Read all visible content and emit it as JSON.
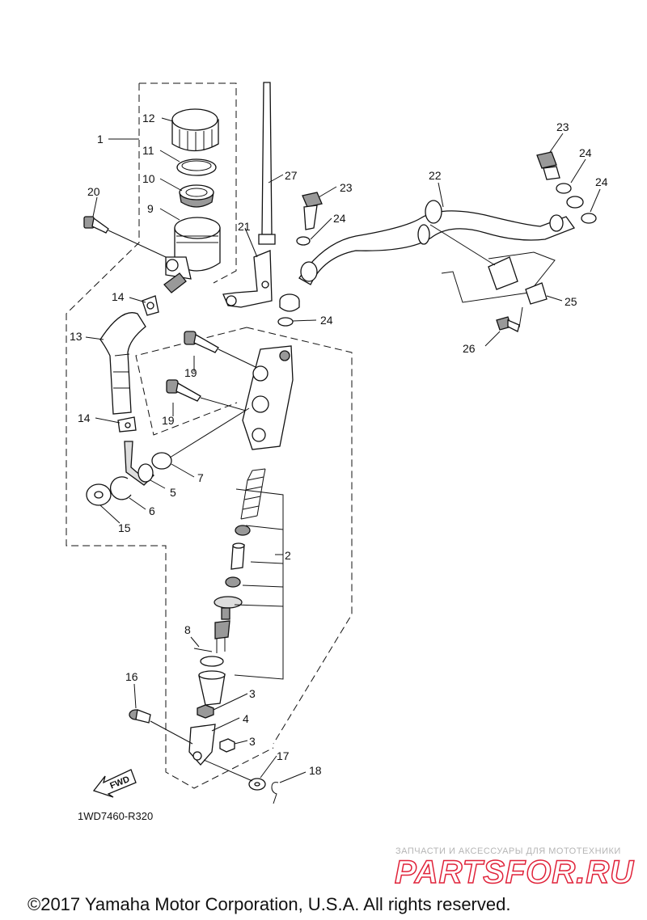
{
  "diagram": {
    "callouts": {
      "c1": "1",
      "c2": "2",
      "c3a": "3",
      "c3b": "3",
      "c4": "4",
      "c5": "5",
      "c6": "6",
      "c7": "7",
      "c8": "8",
      "c9": "9",
      "c10": "10",
      "c11": "11",
      "c12": "12",
      "c13": "13",
      "c14a": "14",
      "c14b": "14",
      "c15": "15",
      "c16": "16",
      "c17": "17",
      "c18": "18",
      "c19a": "19",
      "c19b": "19",
      "c20": "20",
      "c21": "21",
      "c22": "22",
      "c23a": "23",
      "c23b": "23",
      "c24a": "24",
      "c24b": "24",
      "c24c": "24",
      "c24d": "24",
      "c25": "25",
      "c26": "26",
      "c27": "27"
    },
    "fwd_label": "FWD",
    "part_code": "1WD7460-R320",
    "copyright": "©2017 Yamaha Motor Corporation, U.S.A. All rights reserved.",
    "watermark_tagline": "ЗАПЧАСТИ И АКСЕССУАРЫ ДЛЯ МОТОТЕХНИКИ",
    "watermark_logo": "PARTSFOR.RU",
    "colors": {
      "line": "#111111",
      "watermark_red": "#e0233a",
      "watermark_grey": "#b5b5b5"
    }
  }
}
